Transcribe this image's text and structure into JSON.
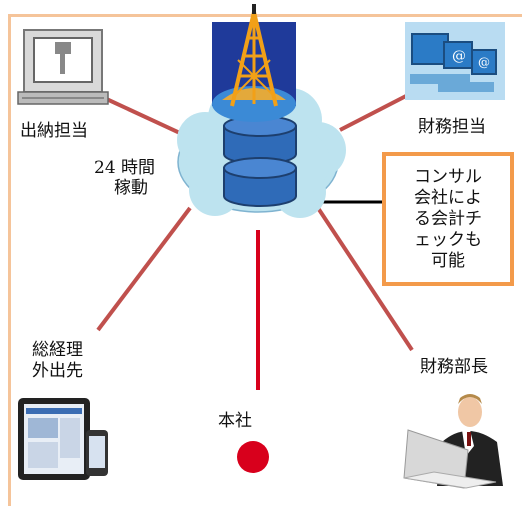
{
  "labels": {
    "cashier": "出納担当",
    "finance": "財務担当",
    "hours": "24 時間",
    "operation": "稼動",
    "consultant": "コンサル会社による会計チェックも可能",
    "general_affairs_1": "総経理",
    "general_affairs_2": "外出先",
    "head_office": "本社",
    "finance_manager": "財務部長"
  },
  "colors": {
    "frame": "#f5c49a",
    "connector": "#c0504d",
    "consult_border": "#f39a4a",
    "cloud": "#bde3ef",
    "database": "#2f6bb8",
    "head_office_dot": "#d8001c"
  },
  "icons": {
    "cashier": "terminal-computer-icon",
    "server": "communication-tower-icon",
    "finance": "desktop-computers-icon",
    "database": "database-icon",
    "tablet": "tablet-phone-icon",
    "head_office": "red-dot-icon",
    "manager": "businessman-laptop-icon"
  }
}
